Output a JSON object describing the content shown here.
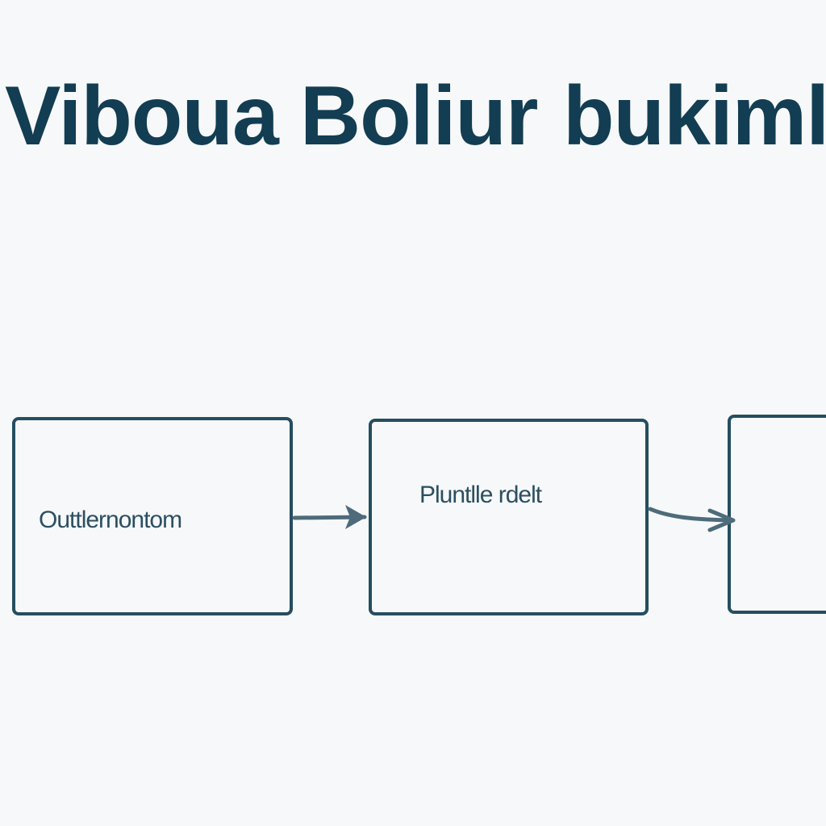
{
  "title": {
    "words": [
      "Viboua",
      "Boliur",
      "bukiml"
    ]
  },
  "nodes": [
    {
      "label": "Outtlernontom"
    },
    {
      "label": "Pluntlle rdelt"
    },
    {
      "label": ""
    }
  ],
  "colors": {
    "background": "#f7f8f9",
    "title": "#123d52",
    "box_border": "#244e60",
    "arrow": "#4d6b7a"
  }
}
